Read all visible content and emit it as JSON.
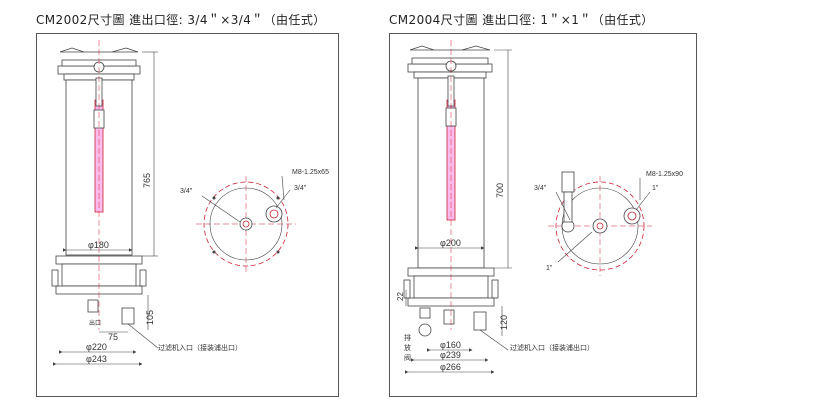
{
  "left": {
    "title": "CM2002尺寸圖  進出口徑: 3/4＂×3/4＂（由任式）",
    "dim_height": "765",
    "dim_body_dia": "φ180",
    "dim_base_h": "105",
    "dim_offset": "75",
    "dim_d1": "φ220",
    "dim_d2": "φ243",
    "outlet_label": "出口",
    "inlet_label": "过滤机入口（接装浦出口）",
    "top_port_left": "3/4\"",
    "top_port_right": "3/4\"",
    "bolt_label": "M8-1.25x65"
  },
  "right": {
    "title": "CM2004尺寸圖  進出口徑: 1＂×1＂（由任式）",
    "dim_height": "700",
    "dim_body_dia": "φ200",
    "dim_base_h": "120",
    "dim_drain_h": "22",
    "dim_d1": "φ160",
    "dim_d2": "φ239",
    "dim_d3": "φ266",
    "drain_label": "排放阀",
    "inlet_label": "过滤机入口（接装浦出口）",
    "top_port_left": "3/4\"",
    "top_port_right": "1\"",
    "bottom_port": "1\"",
    "bolt_label": "M8-1.25x90"
  }
}
